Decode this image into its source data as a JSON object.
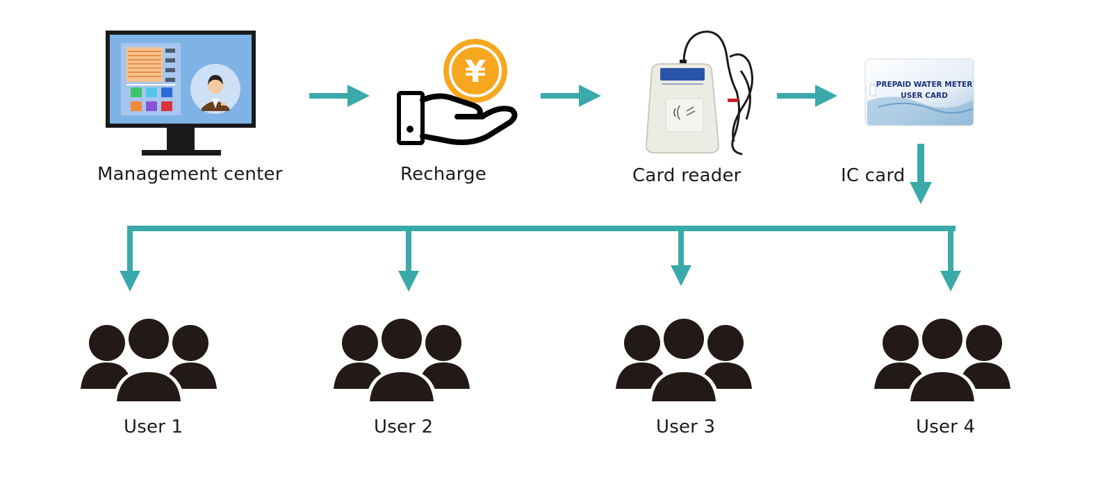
{
  "colors": {
    "flow": "#3aa9a9",
    "people": "#231916",
    "coin": "#f6a71f"
  },
  "nodes": {
    "management_center": {
      "label": "Management center"
    },
    "recharge": {
      "label": "Recharge",
      "coin_symbol": "¥"
    },
    "card_reader": {
      "label": "Card reader"
    },
    "ic_card": {
      "label": "IC card",
      "card_text_line1": "PREPAID WATER METER",
      "card_text_line2": "USER CARD"
    }
  },
  "users": [
    {
      "label": "User 1"
    },
    {
      "label": "User 2"
    },
    {
      "label": "User 3"
    },
    {
      "label": "User 4"
    }
  ]
}
